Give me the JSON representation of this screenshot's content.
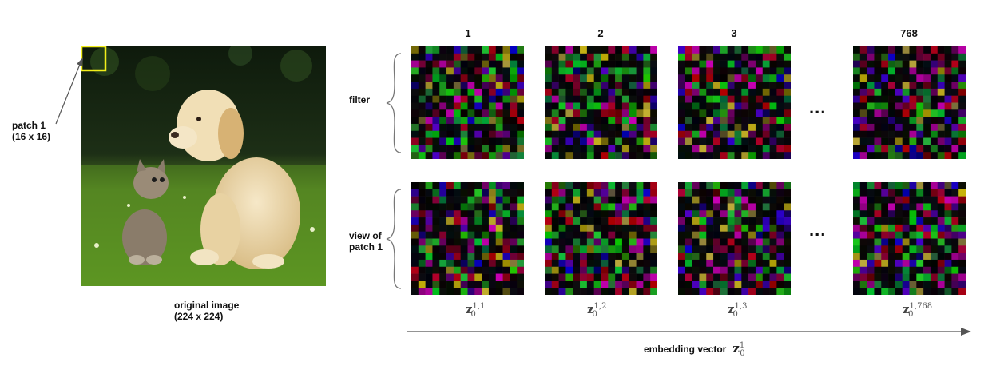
{
  "image": {
    "patch_label_1": "patch 1",
    "patch_label_2": "(16 x 16)",
    "caption_1": "original image",
    "caption_2": "(224 x 224)"
  },
  "rows": {
    "filter_label": "filter",
    "view_label_1": "view of",
    "view_label_2": "patch 1"
  },
  "columns": [
    "1",
    "2",
    "3",
    "768"
  ],
  "ellipsis": "...",
  "z_labels": [
    {
      "base": "z",
      "sub": "0",
      "sup": "1,1"
    },
    {
      "base": "z",
      "sub": "0",
      "sup": "1,2"
    },
    {
      "base": "z",
      "sub": "0",
      "sup": "1,3"
    },
    {
      "base": "z",
      "sub": "0",
      "sup": "1,768"
    }
  ],
  "embedding": {
    "text": "embedding vector",
    "base": "z",
    "sub": "0",
    "sup": "1"
  },
  "colors": {
    "patch_box": "#f2ee1a",
    "arrow": "#555555",
    "brace": "#777777"
  }
}
